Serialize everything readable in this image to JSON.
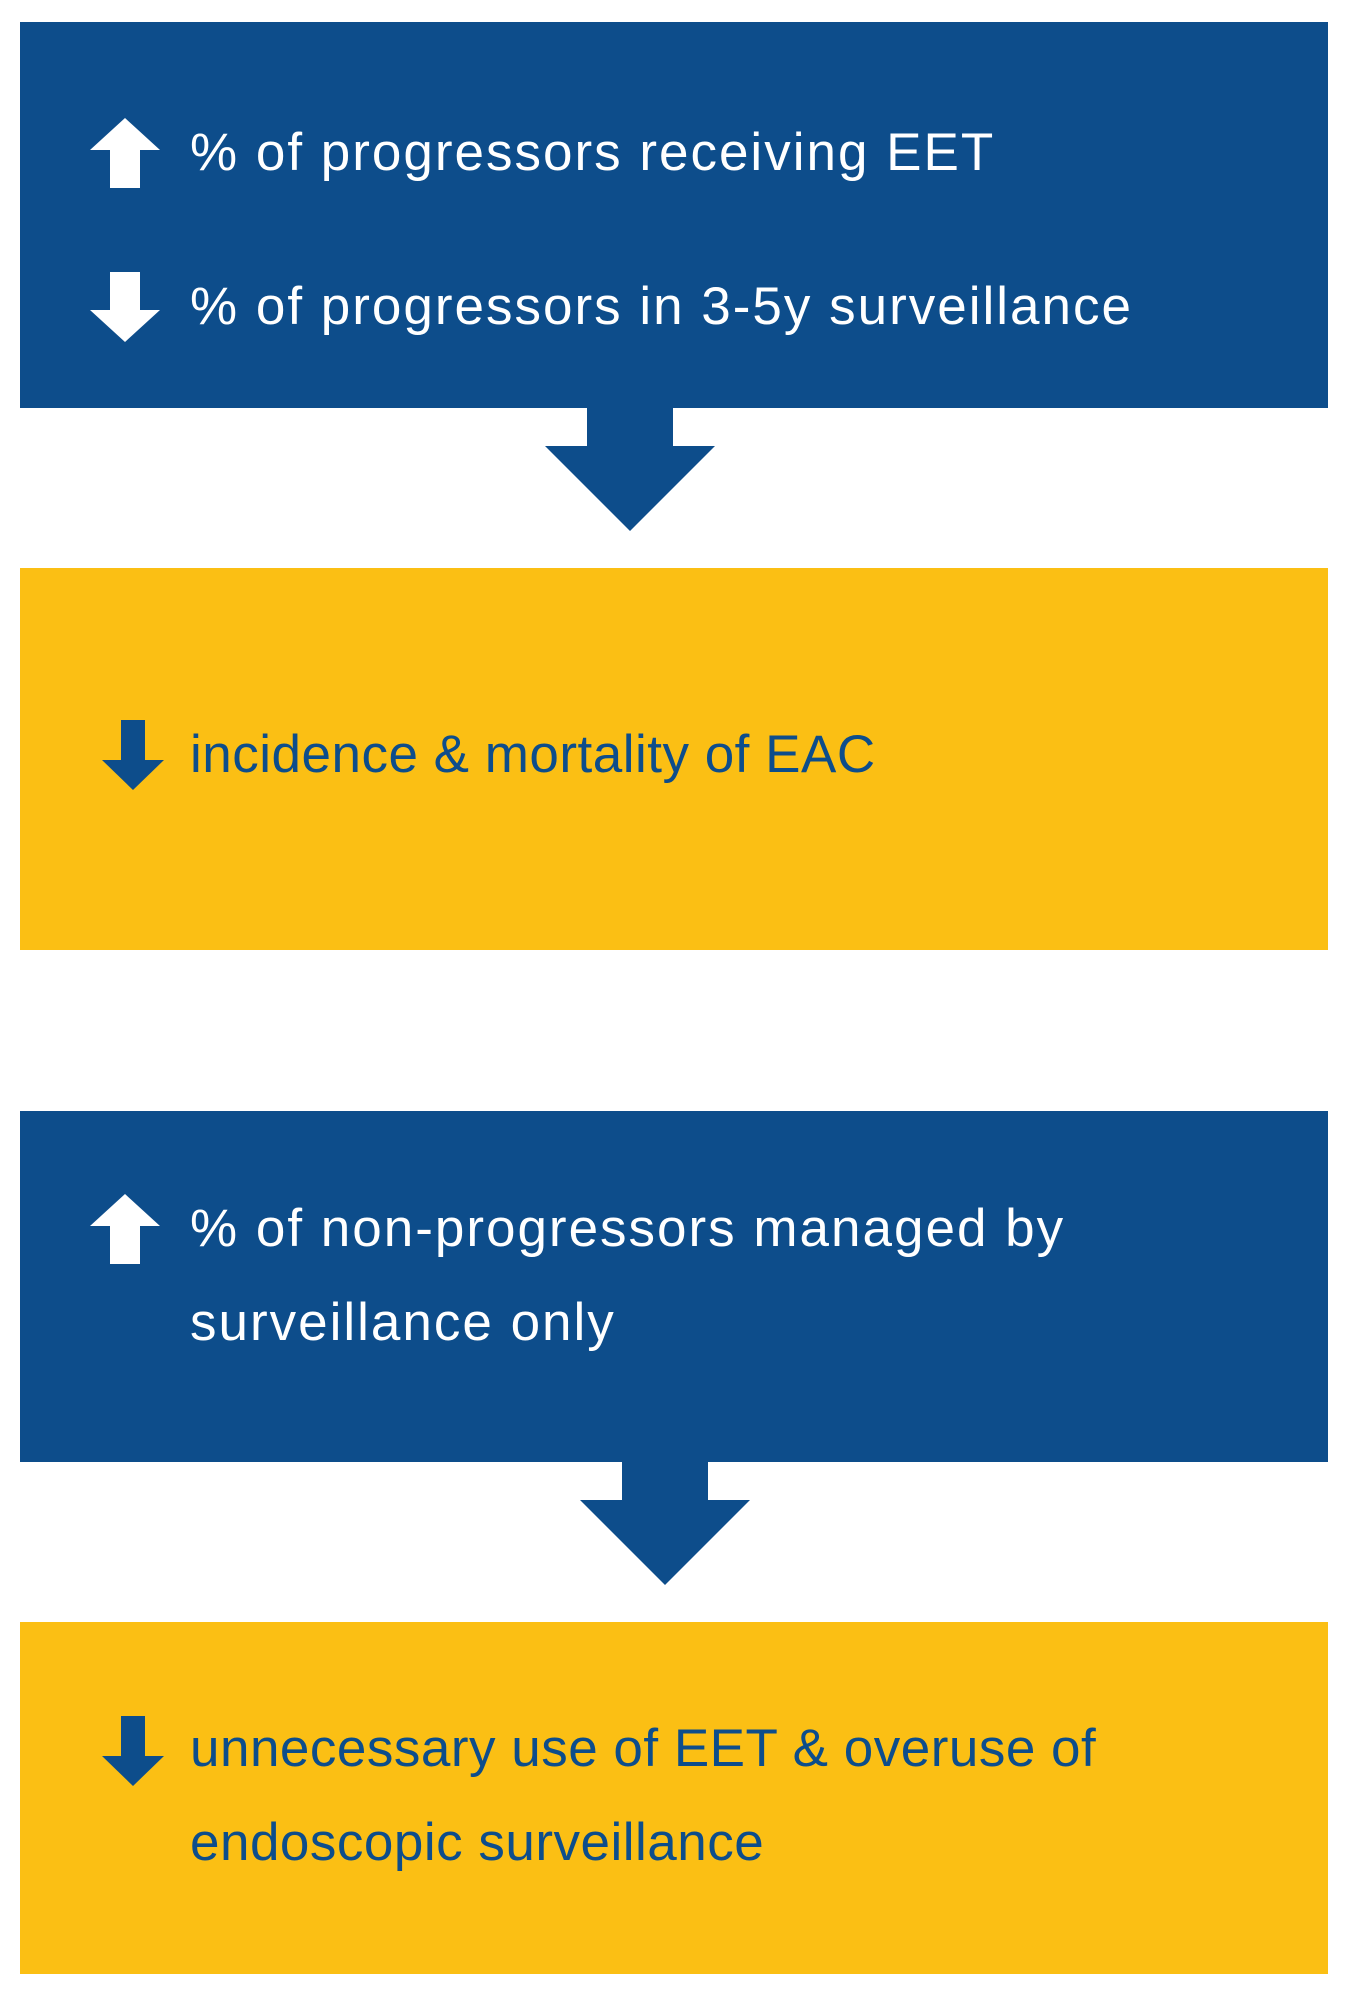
{
  "colors": {
    "blue": "#0d4d8b",
    "yellow": "#fbbf14",
    "white": "#ffffff"
  },
  "boxes": [
    {
      "lines": [
        {
          "icon": "arrow-up-icon",
          "text": "% of progressors receiving EET"
        },
        {
          "icon": "arrow-down-icon",
          "text": "% of progressors in 3-5y surveillance"
        }
      ]
    },
    {
      "icon": "arrow-down-icon",
      "text": "incidence & mortality of EAC"
    },
    {
      "icon": "arrow-up-icon",
      "text": "% of non-progressors managed by surveillance only"
    },
    {
      "icon": "arrow-down-icon",
      "text": "unnecessary use of EET & overuse of endoscopic surveillance"
    }
  ]
}
